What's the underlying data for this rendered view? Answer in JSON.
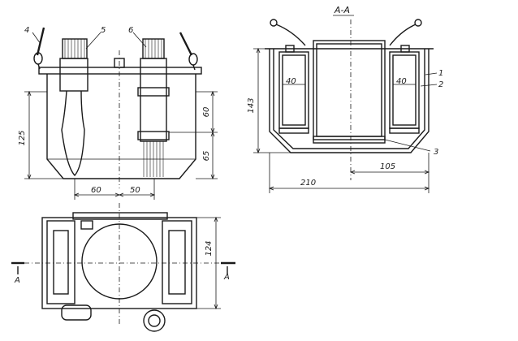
{
  "drawing": {
    "front_view": {
      "callouts": [
        "4",
        "5",
        "6"
      ],
      "dims": {
        "height": "125",
        "upper": "60",
        "lower": "65",
        "left_w": "60",
        "right_w": "50"
      }
    },
    "plan_view": {
      "dims": {
        "depth": "124"
      },
      "section_marks": [
        "A",
        "A"
      ]
    },
    "section_view": {
      "title": "A-A",
      "callouts": [
        "1",
        "2",
        "3"
      ],
      "inner_labels": [
        "40",
        "40"
      ],
      "dims": {
        "height": "143",
        "width": "210",
        "half_width": "105"
      }
    }
  }
}
